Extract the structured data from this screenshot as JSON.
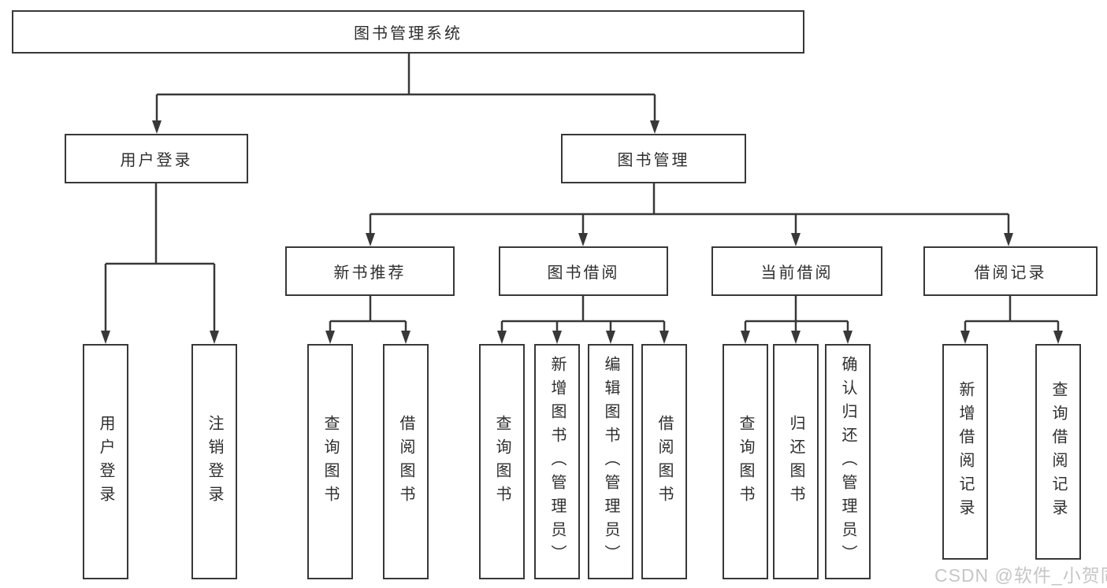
{
  "tree": {
    "root": {
      "label": "图书管理系统"
    },
    "branches": [
      {
        "label": "用户登录",
        "children": [
          "用户登录",
          "注销登录"
        ]
      },
      {
        "label": "图书管理",
        "groups": [
          {
            "label": "新书推荐",
            "children": [
              "查询图书",
              "借阅图书"
            ]
          },
          {
            "label": "图书借阅",
            "children": [
              "查询图书",
              "新增图书（管理员）",
              "编辑图书（管理员）",
              "借阅图书"
            ]
          },
          {
            "label": "当前借阅",
            "children": [
              "查询图书",
              "归还图书",
              "确认归还（管理员）"
            ]
          },
          {
            "label": "借阅记录",
            "children": [
              "新增借阅记录",
              "查询借阅记录"
            ]
          }
        ]
      }
    ]
  },
  "watermark": {
    "text": "CSDN @软件_小贺同学"
  },
  "colors": {
    "line": "#383838",
    "box_border": "#383838",
    "text": "#2e2e2e",
    "background": "#ffffff",
    "watermark": "#c3c3c3"
  }
}
